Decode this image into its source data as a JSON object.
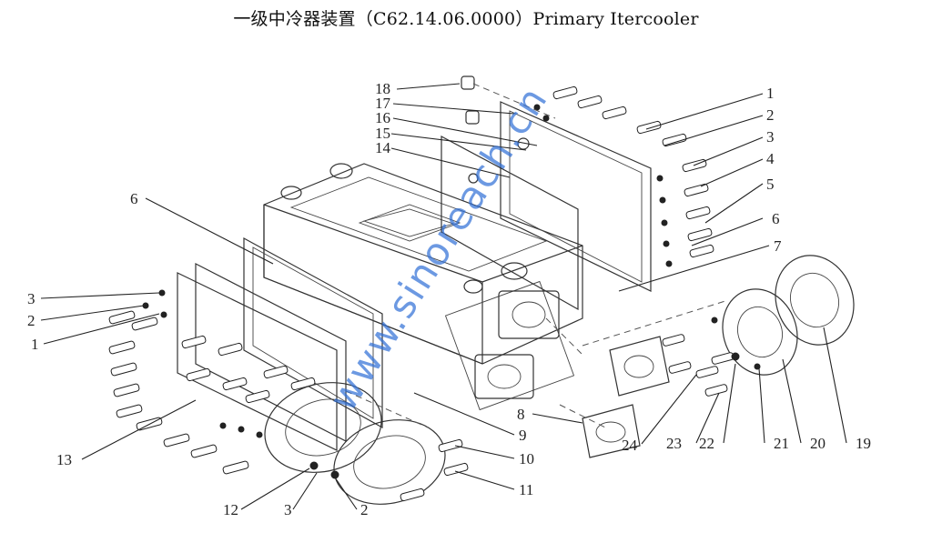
{
  "title": "一级中冷器装置（C62.14.06.0000）Primary Itercooler",
  "watermark": "www.sinoreach.cn",
  "colors": {
    "line": "#222222",
    "watermark": "#2f6fd6"
  },
  "callouts": {
    "c1_right": "1",
    "c2_right": "2",
    "c3_right": "3",
    "c4": "4",
    "c5": "5",
    "c6_right": "6",
    "c7": "7",
    "c6_left": "6",
    "c18": "18",
    "c17": "17",
    "c16": "16",
    "c15": "15",
    "c14": "14",
    "c3_left": "3",
    "c2_left": "2",
    "c1_left": "1",
    "c13": "13",
    "c12": "12",
    "c3_bottom": "3",
    "c2_bottom": "2",
    "c11": "11",
    "c10": "10",
    "c9": "9",
    "c8": "8",
    "c24": "24",
    "c23": "23",
    "c22": "22",
    "c21": "21",
    "c20": "20",
    "c19": "19"
  }
}
